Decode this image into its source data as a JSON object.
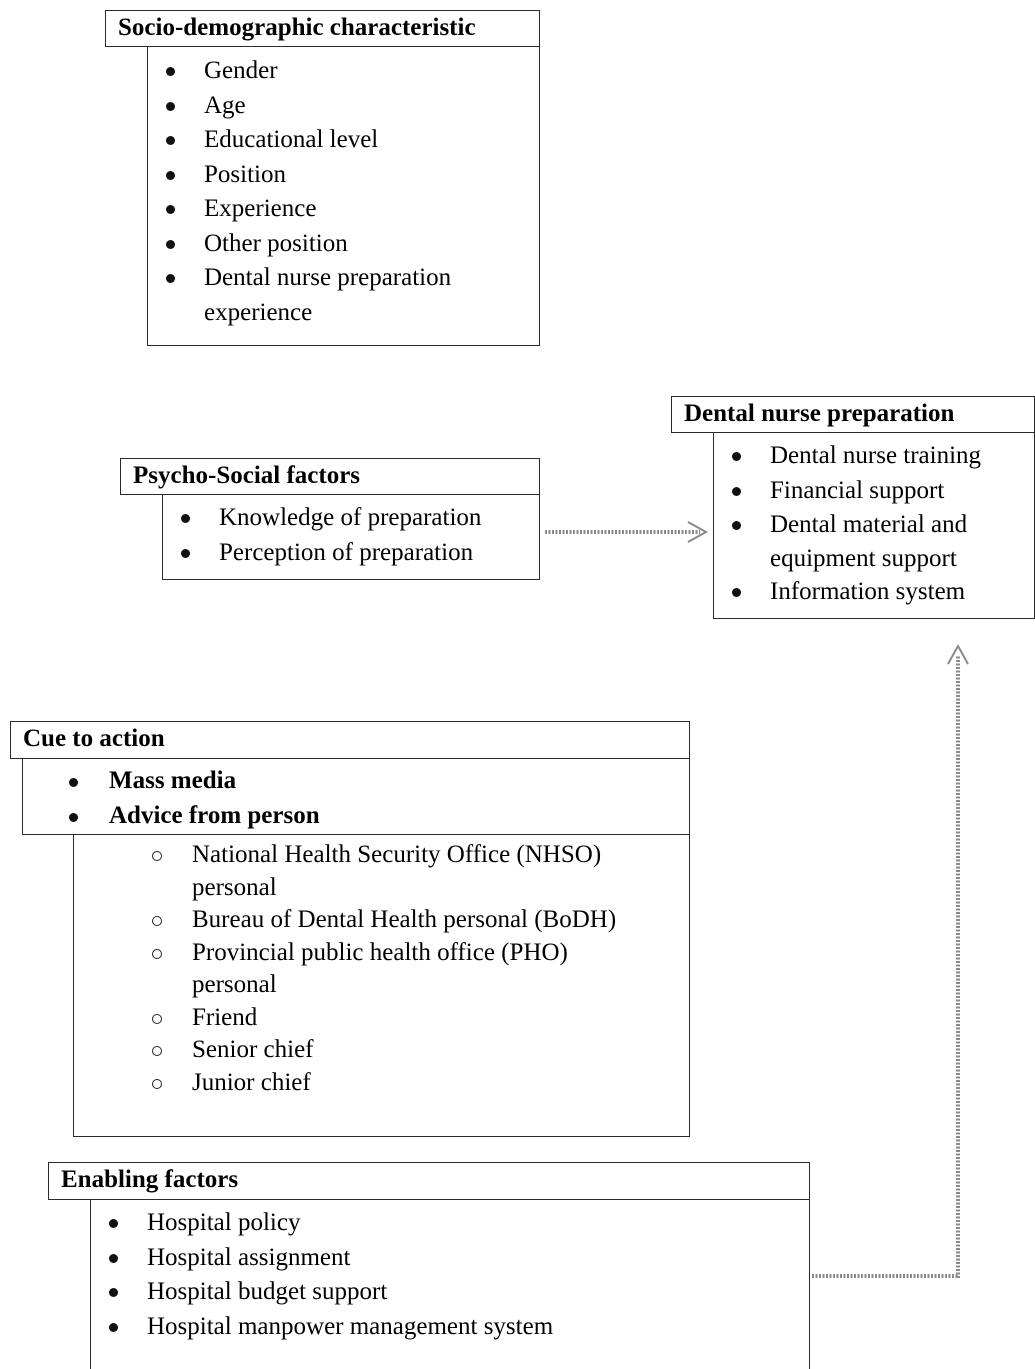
{
  "socio": {
    "title": "Socio-demographic characteristic",
    "items": [
      "Gender",
      "Age",
      "Educational level",
      "Position",
      "Experience",
      "Other position",
      "Dental nurse preparation",
      "experience"
    ]
  },
  "psycho": {
    "title": "Psycho-Social factors",
    "items": [
      "Knowledge of preparation",
      "Perception of preparation"
    ]
  },
  "dental": {
    "title": "Dental nurse preparation",
    "items": [
      "Dental nurse training",
      "Financial support",
      "Dental material and",
      "equipment support",
      "Information system"
    ]
  },
  "cue": {
    "title": "Cue to action",
    "main_items": [
      "Mass media",
      "Advice from person"
    ],
    "sub_items": [
      "National Health Security Office (NHSO)",
      "personal",
      "Bureau of Dental Health personal (BoDH)",
      "Provincial public health office (PHO)",
      "personal",
      "Friend",
      "Senior chief",
      "Junior chief"
    ]
  },
  "enabling": {
    "title": "Enabling factors",
    "items": [
      "Hospital policy",
      "Hospital assignment",
      "Hospital budget support",
      "Hospital manpower management system"
    ]
  },
  "colors": {
    "border": "#2a2a2a",
    "arrow": "#8a8a8a"
  }
}
